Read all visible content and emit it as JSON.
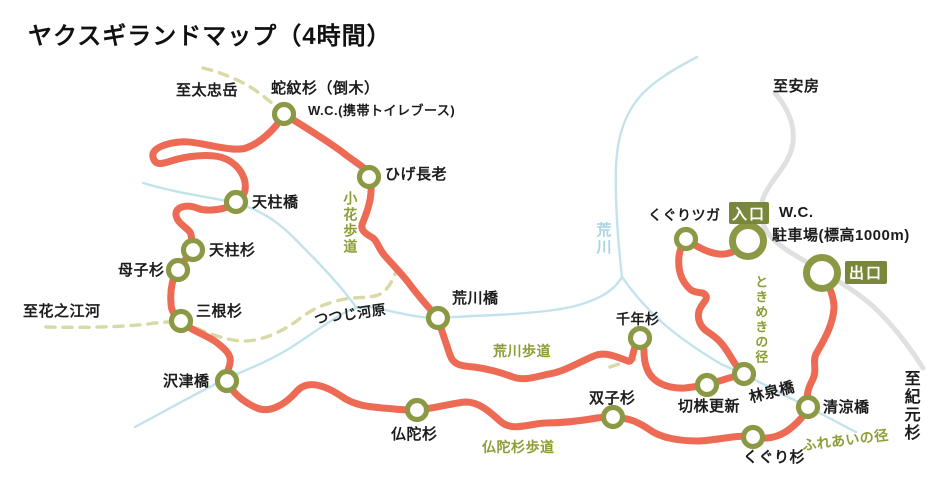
{
  "title": "ヤクスギランドマップ（4時間）",
  "labels": {
    "destinations": {
      "tachudake": "至太忠岳",
      "hananoego": "至花之江河",
      "anbo": "至安房",
      "kigensugi": "至紀元杉"
    },
    "points": {
      "jamonsugi": "蛇紋杉（倒木）",
      "higechoro": "ひげ長老",
      "tenchubashi": "天柱橋",
      "tenchusugi": "天柱杉",
      "boshisugi": "母子杉",
      "minesugi": "三根杉",
      "tsutsujikawara": "つつじ河原",
      "arakawabashi": "荒川橋",
      "sawazubashi": "沢津橋",
      "butsudasugi": "仏陀杉",
      "futagosugi": "双子杉",
      "sennensugi": "千年杉",
      "kirikabukoshin": "切株更新",
      "rinsenbashi": "林泉橋",
      "seiryobashi": "清涼橋",
      "kugurisugi": "くぐり杉",
      "kuguritsuga": "くぐりツガ"
    },
    "trails": {
      "obana": "小花歩道",
      "arakawa": "荒川歩道",
      "butsuda": "仏陀杉歩道",
      "tokimeki": "ときめきの径",
      "fureai": "ふれあいの径"
    },
    "river": "荒川",
    "entrance": "入口",
    "exit": "出口",
    "wc": "W.C.",
    "wc_portable": "W.C.(携帯トイレブース)",
    "parking": "駐車場(標高1000m)"
  },
  "colors": {
    "route": "#ed6b54",
    "node": "#8d9845",
    "badge": "#79873b",
    "trail_text": "#8e9c35",
    "river": "#c3e3eb",
    "river_text": "#a8d5e2",
    "dashed": "#d8d9a5",
    "road": "#e0e0e0"
  }
}
